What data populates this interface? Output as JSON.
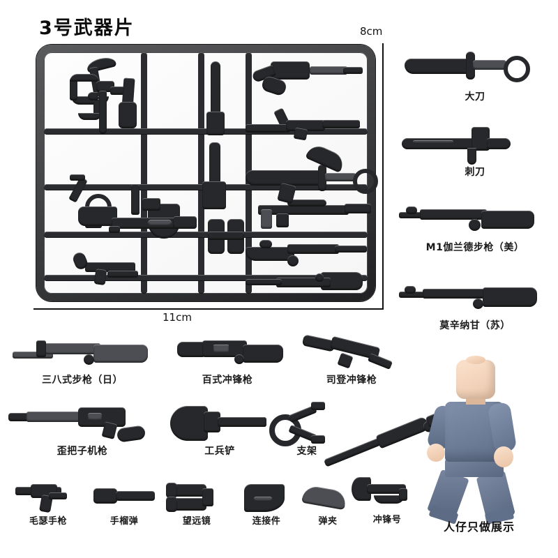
{
  "page": {
    "title": "3号武器片",
    "background_color": "#ffffff",
    "plastic_color": "#27282b"
  },
  "measurements": {
    "width_label": "11cm",
    "height_label": "8cm"
  },
  "sprue": {
    "name": "weapon-sprue",
    "width_cm": 11,
    "height_cm": 8
  },
  "right_column": [
    {
      "icon": "broadsword-icon",
      "label": "大刀"
    },
    {
      "icon": "bayonet-icon",
      "label": "刺刀"
    },
    {
      "icon": "rifle-icon",
      "label": "M1伽兰德步枪（美）"
    },
    {
      "icon": "rifle-icon",
      "label": "莫辛纳甘（苏）"
    }
  ],
  "row1": [
    {
      "icon": "rifle-icon",
      "label": "三八式步枪（日）"
    },
    {
      "icon": "submachine-gun-icon",
      "label": "百式冲锋枪"
    },
    {
      "icon": "sten-gun-icon",
      "label": "司登冲锋枪"
    }
  ],
  "row2": [
    {
      "icon": "machine-gun-icon",
      "label": "歪把子机枪"
    },
    {
      "icon": "shovel-icon",
      "label": "工兵铲"
    },
    {
      "icon": "bipod-icon",
      "label": "支架"
    }
  ],
  "row3": [
    {
      "icon": "mauser-pistol-icon",
      "label": "毛瑟手枪"
    },
    {
      "icon": "grenade-icon",
      "label": "手榴弹"
    },
    {
      "icon": "binoculars-icon",
      "label": "望远镜"
    },
    {
      "icon": "connector-icon",
      "label": "连接件"
    },
    {
      "icon": "magazine-icon",
      "label": "弹夹"
    },
    {
      "icon": "bugle-icon",
      "label": "冲锋号"
    }
  ],
  "minifigure": {
    "caption": "人仔只做展示",
    "skin_color": "#f4d6bd",
    "outfit_color": "#6b7b96"
  }
}
